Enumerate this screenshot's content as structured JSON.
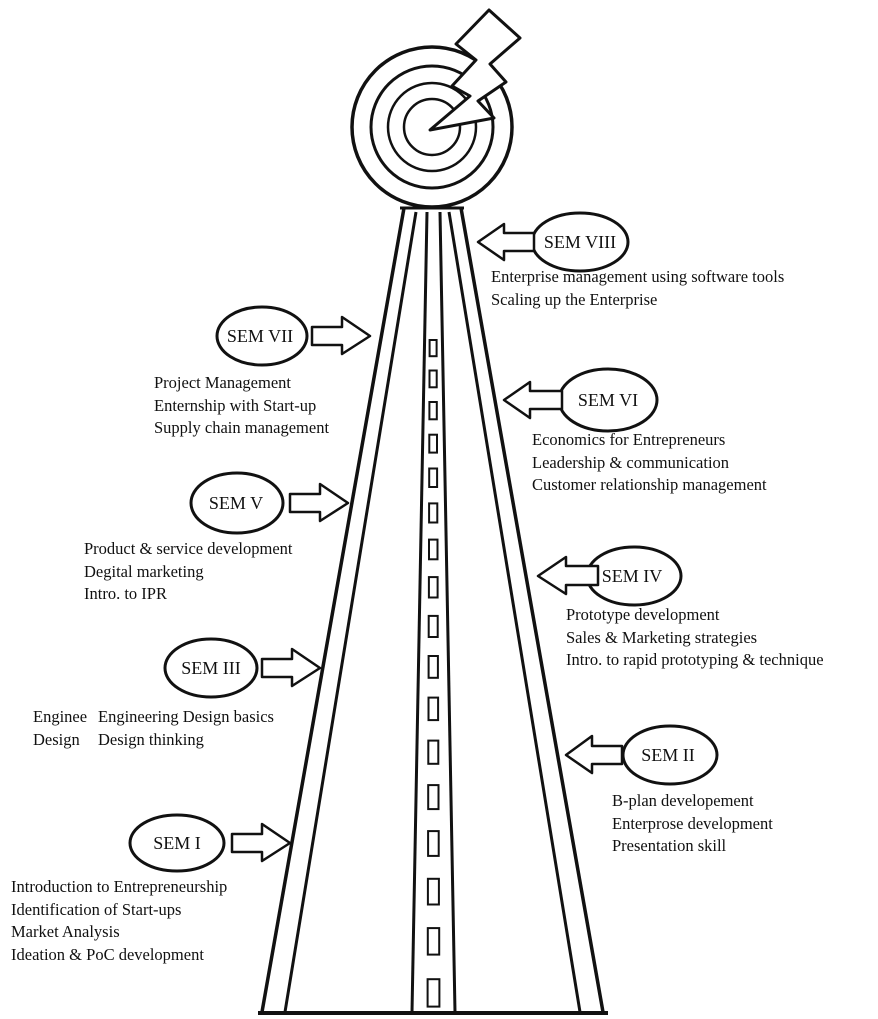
{
  "semesters": [
    {
      "id": "sem1",
      "label": "SEM I",
      "topics": [
        "Introduction to Entrepreneurship",
        "Identification of Start-ups",
        "Market Analysis",
        "Ideation & PoC development"
      ]
    },
    {
      "id": "sem2",
      "label": "SEM II",
      "topics": [
        "B-plan developement",
        "Enterprose development",
        "Presentation skill"
      ]
    },
    {
      "id": "sem3",
      "label": "SEM III",
      "topics": [
        "Engineering Design basics",
        "Design thinking"
      ]
    },
    {
      "id": "sem4",
      "label": "SEM IV",
      "topics": [
        "Prototype development",
        "Sales & Marketing strategies",
        "Intro. to rapid prototyping & technique"
      ]
    },
    {
      "id": "sem5",
      "label": "SEM V",
      "topics": [
        "Product & service development",
        "Degital marketing",
        "Intro. to IPR"
      ]
    },
    {
      "id": "sem6",
      "label": "SEM VI",
      "topics": [
        "Economics for Entrepreneurs",
        "Leadership & communication",
        "Customer relationship management"
      ]
    },
    {
      "id": "sem7",
      "label": "SEM VII",
      "topics": [
        "Project Management",
        "Enternship with Start-up",
        "Supply chain management"
      ]
    },
    {
      "id": "sem8",
      "label": "SEM VIII",
      "topics": [
        "Enterprise management using software tools",
        "Scaling up the Enterprise"
      ]
    }
  ],
  "overlap_fragment": [
    "Enginee",
    "Design"
  ]
}
